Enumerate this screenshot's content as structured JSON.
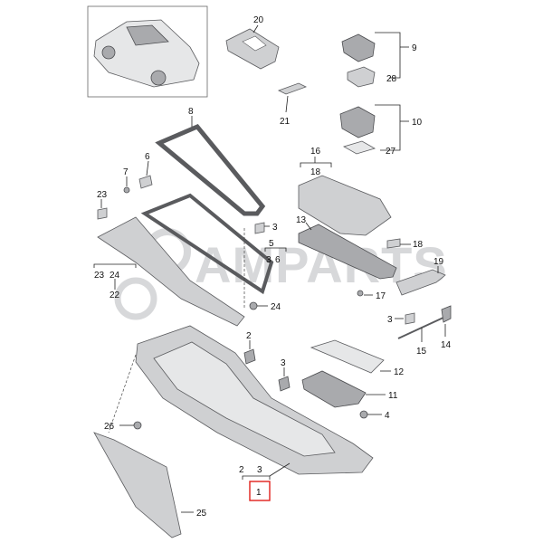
{
  "watermark": "AMPARTS",
  "callouts": {
    "c1": "1",
    "c2a": "2",
    "c2b": "2",
    "c3a": "3",
    "c3b": "3",
    "c3c": "3",
    "c3d": "3",
    "c3e": "3",
    "c4": "4",
    "c5": "5",
    "c6a": "6",
    "c6b": "6",
    "c7": "7",
    "c8": "8",
    "c9": "9",
    "c10": "10",
    "c11": "11",
    "c12": "12",
    "c13": "13",
    "c14": "14",
    "c15": "15",
    "c16": "16",
    "c17": "17",
    "c18a": "18",
    "c18b": "18",
    "c19": "19",
    "c20": "20",
    "c21": "21",
    "c22": "22",
    "c23a": "23",
    "c23b": "23",
    "c24a": "24",
    "c24b": "24",
    "c25": "25",
    "c26": "26",
    "c27": "27",
    "c28": "28"
  },
  "colors": {
    "highlight": "#e0201b",
    "part": "#cfd0d2",
    "outline": "#5a5b5e"
  }
}
